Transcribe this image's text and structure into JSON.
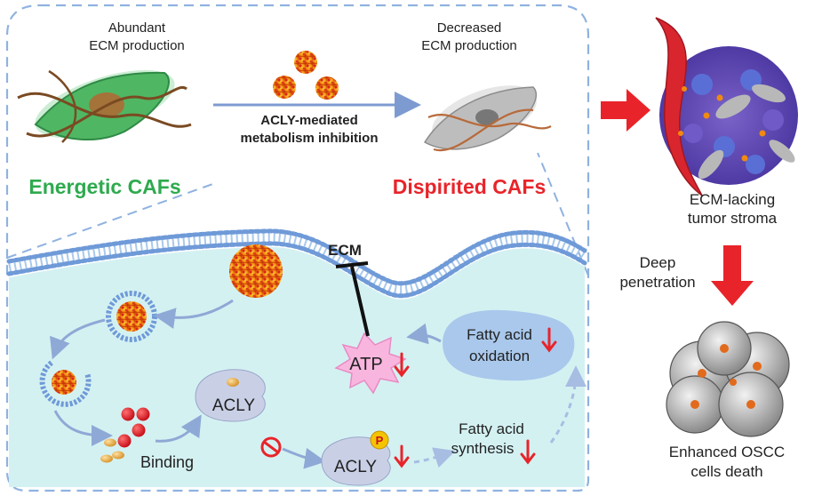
{
  "colors": {
    "green": "#2eaa4e",
    "red": "#e8242a",
    "dash": "#8fb2e0",
    "cell": "#cfeff1",
    "arrow": "#7d9bd0"
  },
  "top": {
    "abundant_l1": "Abundant",
    "abundant_l2": "ECM production",
    "decreased_l1": "Decreased",
    "decreased_l2": "ECM production",
    "arrow_l1": "ACLY-mediated",
    "arrow_l2": "metabolism inhibition",
    "energetic": "Energetic CAFs",
    "dispirited": "Dispirited CAFs"
  },
  "right": {
    "stroma_l1": "ECM-lacking",
    "stroma_l2": "tumor stroma",
    "deep_l1": "Deep",
    "deep_l2": "penetration",
    "death_l1": "Enhanced OSCC",
    "death_l2": "cells death"
  },
  "cell": {
    "ecm": "ECM",
    "atp": "ATP",
    "fao_l1": "Fatty acid",
    "fao_l2": "oxidation",
    "acly1": "ACLY",
    "acly2": "ACLY",
    "p": "P",
    "binding": "Binding",
    "fas_l1": "Fatty acid",
    "fas_l2": "synthesis"
  },
  "icons": [
    "nanoparticle-icon",
    "fibroblast-icon",
    "tumor-icon",
    "inhibition-icon",
    "down-arrow-icon"
  ]
}
